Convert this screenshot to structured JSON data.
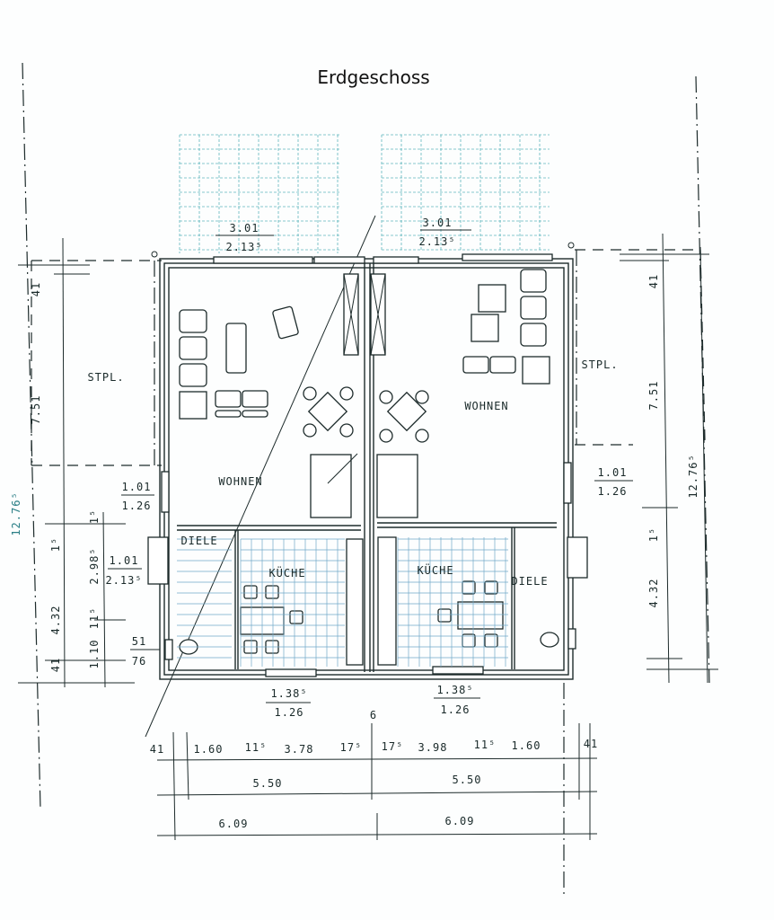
{
  "title": "Erdgeschoss",
  "rooms": {
    "left_living": "WOHNEN",
    "right_living": "WOHNEN",
    "left_hall": "DIELE",
    "right_hall": "DIELE",
    "left_kitchen": "KÜCHE",
    "right_kitchen": "KÜCHE",
    "left_parking": "STPL.",
    "right_parking": "STPL."
  },
  "dimensions": {
    "top_left_window": {
      "width": "3.01",
      "height": "2.13⁵"
    },
    "top_right_window": {
      "width": "3.01",
      "height": "2.13⁵"
    },
    "left": {
      "top_41": "41",
      "parking_751": "7.51",
      "total": "12.76⁵",
      "window_w": "1.01",
      "window_h": "1.26",
      "small_1_5a": "1⁵",
      "small_1_5b": "1⁵",
      "door_w": "1.01",
      "door_h": "2.13⁵",
      "seg_298": "2.98⁵",
      "seg_432": "4.32",
      "seg_11_5": "11⁵",
      "seg_110": "1.10",
      "bottom_41": "41",
      "wc_window_w": "51",
      "wc_window_h": "76"
    },
    "right": {
      "top_41": "41",
      "parking_751": "7.51",
      "total": "12.76⁵",
      "window_w": "1.01",
      "window_h": "1.26",
      "small_1_5": "1⁵",
      "seg_432": "4.32"
    },
    "bottom_windows": [
      {
        "width": "1.38⁵",
        "height": "1.26"
      },
      {
        "width": "1.38⁵",
        "height": "1.26"
      }
    ],
    "party_wall": "6",
    "row1": [
      "41",
      "1.60",
      "11⁵",
      "3.78",
      "17⁵",
      "17⁵",
      "3.98",
      "11⁵",
      "1.60",
      "41"
    ],
    "row2": [
      "5.50",
      "5.50"
    ],
    "row3": [
      "6.09",
      "6.09"
    ]
  },
  "colors": {
    "line": "#1d2b2b",
    "grid": "#5fb6bd",
    "accent": "#2b7f86"
  }
}
